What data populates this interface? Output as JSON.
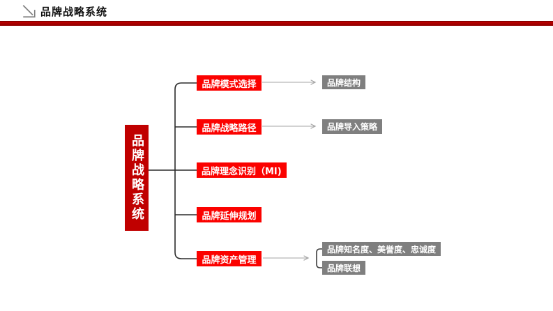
{
  "header": {
    "title": "品牌战略系统",
    "icon": "corner-arrow-icon"
  },
  "colors": {
    "accent_bar": "#b00000",
    "root_node": "#c00000",
    "branch_node": "#fb0200",
    "leaf_node": "#7f7f7f",
    "tree_line": "#2b2b2b",
    "arrow_line": "#a6a6a6",
    "text_on_node": "#ffffff"
  },
  "diagram": {
    "type": "tree",
    "root": {
      "label": "品牌战略系统"
    },
    "branches": [
      {
        "label": "品牌模式选择",
        "children": [
          {
            "label": "品牌结构"
          }
        ]
      },
      {
        "label": "品牌战略路径",
        "children": [
          {
            "label": "品牌导入策略"
          }
        ]
      },
      {
        "label": "品牌理念识别（MI)",
        "children": []
      },
      {
        "label": "品牌延伸规划",
        "children": []
      },
      {
        "label": "品牌资产管理",
        "children": [
          {
            "label": "品牌知名度、美誉度、忠诚度"
          },
          {
            "label": "品牌联想"
          }
        ]
      }
    ]
  }
}
